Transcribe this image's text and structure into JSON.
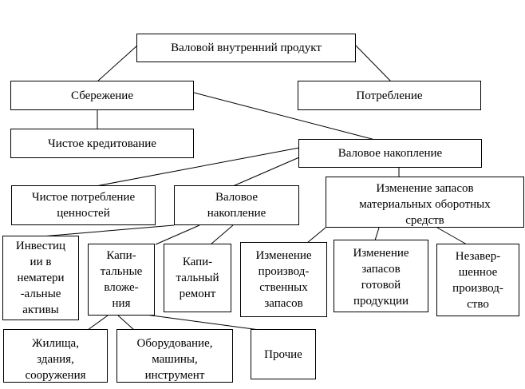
{
  "nodes": {
    "gdp": [
      "Валовой внутренний продукт"
    ],
    "savings": [
      "Сбережение"
    ],
    "consumption": [
      "Потребление"
    ],
    "net_lending": [
      "Чистое кредитование"
    ],
    "gross_accumulation": [
      "Валовое накопление"
    ],
    "net_acquisition_valuables": [
      "Чистое потребление",
      "ценностей"
    ],
    "gross_accumulation_sub": [
      "Валовое",
      "накопление"
    ],
    "inventory_change": [
      "Изменение запасов",
      "материальных оборотных",
      "средств"
    ],
    "intangible_investment": [
      "Инвестиц",
      "ии в",
      "нематери",
      "-альные",
      "активы"
    ],
    "capital_investment": [
      "Капи-",
      "тальные",
      "вложе-",
      "ния"
    ],
    "capital_repair": [
      "Капи-",
      "тальный",
      "ремонт"
    ],
    "production_inventory": [
      "Изменение",
      "производ-",
      "ственных",
      "запасов"
    ],
    "finished_goods_inventory": [
      "Изменение",
      "запасов",
      "готовой",
      "продукции"
    ],
    "work_in_progress": [
      "Незавер-",
      "шенное",
      "производ-",
      "ство"
    ],
    "housing_buildings": [
      "Жилища,",
      "здания,",
      "сооружения"
    ],
    "equipment": [
      "Оборудование,",
      "машины,",
      "инструмент"
    ],
    "other": [
      "Прочие"
    ]
  }
}
